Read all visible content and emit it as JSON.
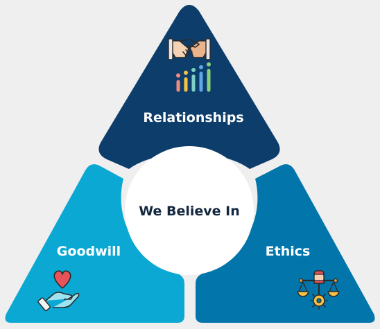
{
  "center": {
    "label": "We Believe In",
    "color": "#ffffff",
    "text_color": "#13273f"
  },
  "segments": [
    {
      "label": "Relationships",
      "icon": "handshake-growth-icon",
      "color": "#0d3d6b"
    },
    {
      "label": "Goodwill",
      "icon": "heart-in-hand-icon",
      "color": "#0ba8d3"
    },
    {
      "label": "Ethics",
      "icon": "justice-scale-icon",
      "color": "#0276aa"
    }
  ],
  "background_color": "#efefef"
}
